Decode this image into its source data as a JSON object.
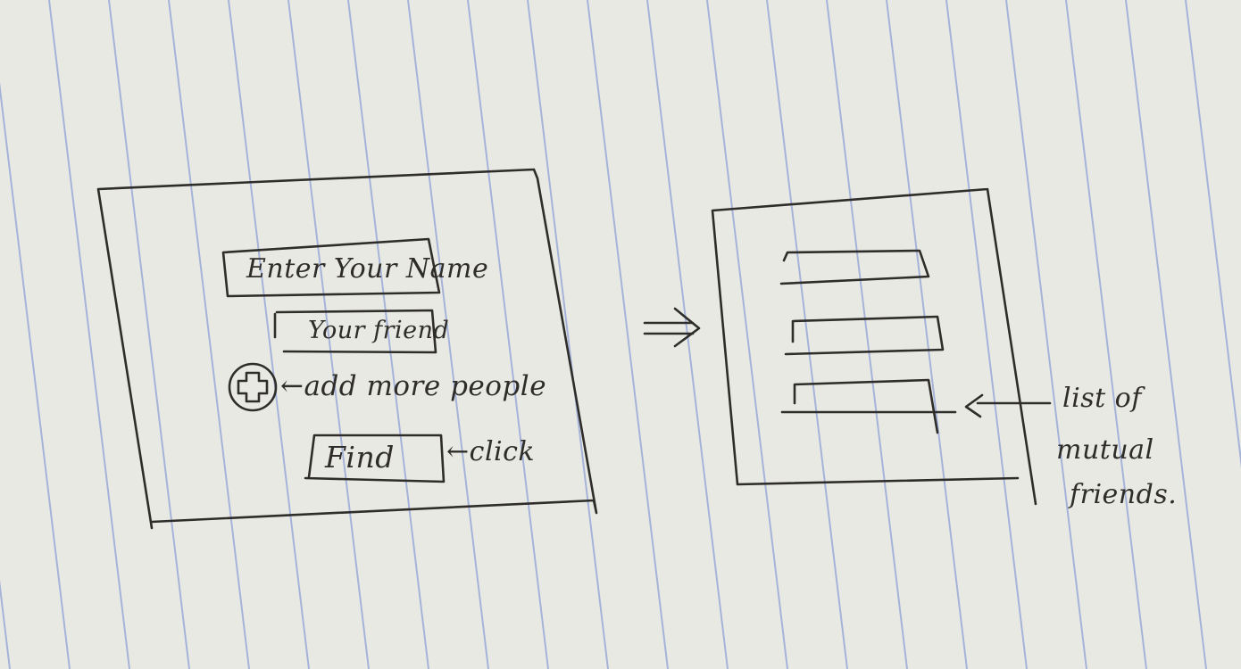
{
  "colors": {
    "paper": "#e9e9e4",
    "rule_line": "#8fa1d6",
    "ink": "#2f2d2a"
  },
  "left_screen": {
    "name_input_placeholder": "Enter Your Name",
    "friend_input_placeholder": "Your friend",
    "add_icon": "plus-circle-icon",
    "add_annotation": "←add more people",
    "find_button_label": "Find",
    "find_annotation": "←click"
  },
  "transition_arrow": "⇒",
  "right_screen": {
    "result_rows": 3,
    "annotation_line1": "list of",
    "annotation_line2": "mutual",
    "annotation_line3": "friends."
  }
}
